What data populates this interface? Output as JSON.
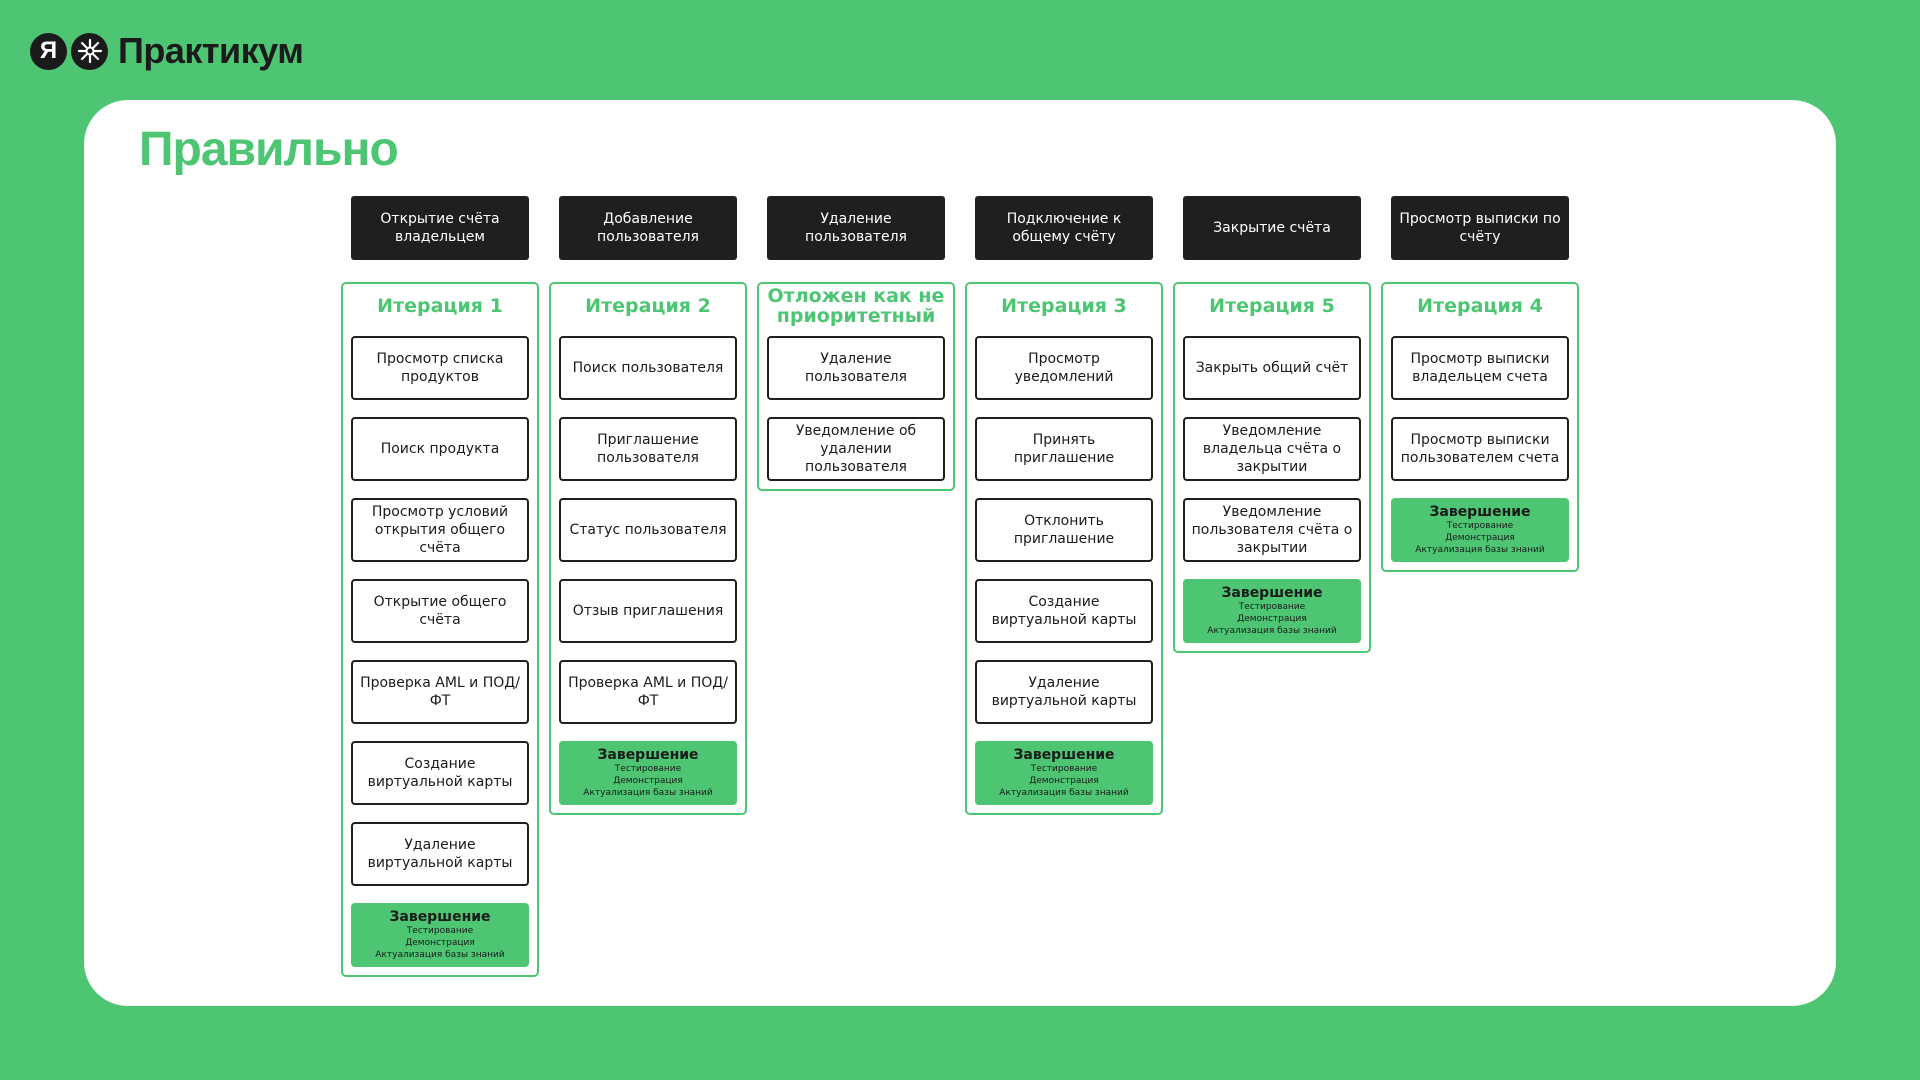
{
  "brand": {
    "mark_letter": "Я",
    "name": "Практикум"
  },
  "title": "Правильно",
  "columns": [
    {
      "epic": "Открытие счёта владельцем",
      "iteration": "Итерация 1",
      "stories": [
        "Просмотр списка продуктов",
        "Поиск продукта",
        "Просмотр условий открытия общего счёта",
        "Открытие общего счёта",
        "Проверка AML и ПОД/ФТ",
        "Создание виртуальной карты",
        "Удаление виртуальной карты"
      ],
      "done": {
        "title": "Завершение",
        "lines": [
          "Тестирование",
          "Демонстрация",
          "Актуализация базы знаний"
        ]
      }
    },
    {
      "epic": "Добавление пользователя",
      "iteration": "Итерация 2",
      "stories": [
        "Поиск пользователя",
        "Приглашение пользователя",
        "Статус пользователя",
        "Отзыв приглашения",
        "Проверка AML и ПОД/ФТ"
      ],
      "done": {
        "title": "Завершение",
        "lines": [
          "Тестирование",
          "Демонстрация",
          "Актуализация базы знаний"
        ]
      }
    },
    {
      "epic": "Удаление пользователя",
      "iteration": "Отложен как не приоритетный",
      "stories": [
        "Удаление пользователя",
        "Уведомление об удалении пользователя"
      ],
      "done": null
    },
    {
      "epic": "Подключение к общему счёту",
      "iteration": "Итерация 3",
      "stories": [
        "Просмотр уведомлений",
        "Принять приглашение",
        "Отклонить приглашение",
        "Создание виртуальной карты",
        "Удаление виртуальной карты"
      ],
      "done": {
        "title": "Завершение",
        "lines": [
          "Тестирование",
          "Демонстрация",
          "Актуализация базы знаний"
        ]
      }
    },
    {
      "epic": "Закрытие счёта",
      "iteration": "Итерация 5",
      "stories": [
        "Закрыть общий счёт",
        "Уведомление владельца счёта о закрытии",
        "Уведомление пользователя счёта о закрытии"
      ],
      "done": {
        "title": "Завершение",
        "lines": [
          "Тестирование",
          "Демонстрация",
          "Актуализация базы знаний"
        ]
      }
    },
    {
      "epic": "Просмотр выписки по счёту",
      "iteration": "Итерация 4",
      "stories": [
        "Просмотр выписки владельцем счета",
        "Просмотр выписки пользователем счета"
      ],
      "done": {
        "title": "Завершение",
        "lines": [
          "Тестирование",
          "Демонстрация",
          "Актуализация базы знаний"
        ]
      }
    }
  ]
}
